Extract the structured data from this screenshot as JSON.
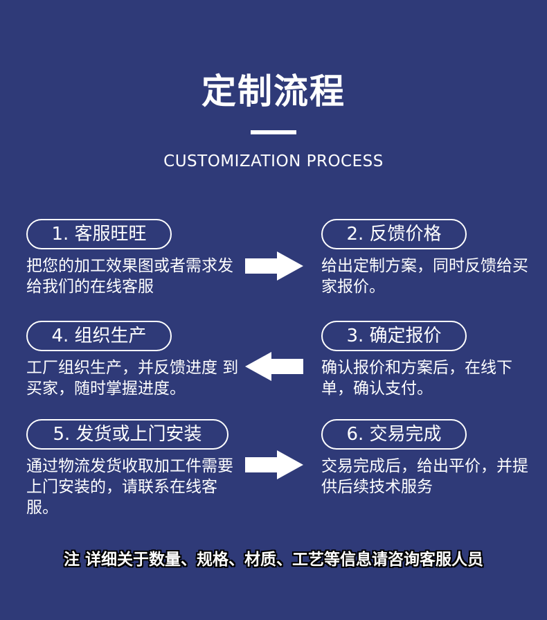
{
  "header": {
    "title": "定制流程",
    "subtitle": "CUSTOMIZATION PROCESS"
  },
  "steps": [
    {
      "label": "1. 客服旺旺",
      "desc": "把您的加工效果图或者需求发给我们的在线客服"
    },
    {
      "label": "2. 反馈价格",
      "desc": "给出定制方案，同时反馈给买家报价。"
    },
    {
      "label": "3. 确定报价",
      "desc": "确认报价和方案后，在线下单，确认支付。"
    },
    {
      "label": "4. 组织生产",
      "desc": "工厂组织生产，并反馈进度 到买家，随时掌握进度。"
    },
    {
      "label": "5. 发货或上门安装",
      "desc": "通过物流发货收取加工件需要上门安装的，请联系在线客服。"
    },
    {
      "label": "6. 交易完成",
      "desc": "交易完成后，给出平价，并提供后续技术服务"
    }
  ],
  "arrows": [
    {
      "direction": "right",
      "icon": "arrow-right-icon"
    },
    {
      "direction": "left",
      "icon": "arrow-left-icon"
    },
    {
      "direction": "right",
      "icon": "arrow-right-icon"
    }
  ],
  "note": "注 详细关于数量、规格、材质、工艺等信息请咨询客服人员",
  "colors": {
    "background": "#2f3a78",
    "text": "#ffffff"
  }
}
